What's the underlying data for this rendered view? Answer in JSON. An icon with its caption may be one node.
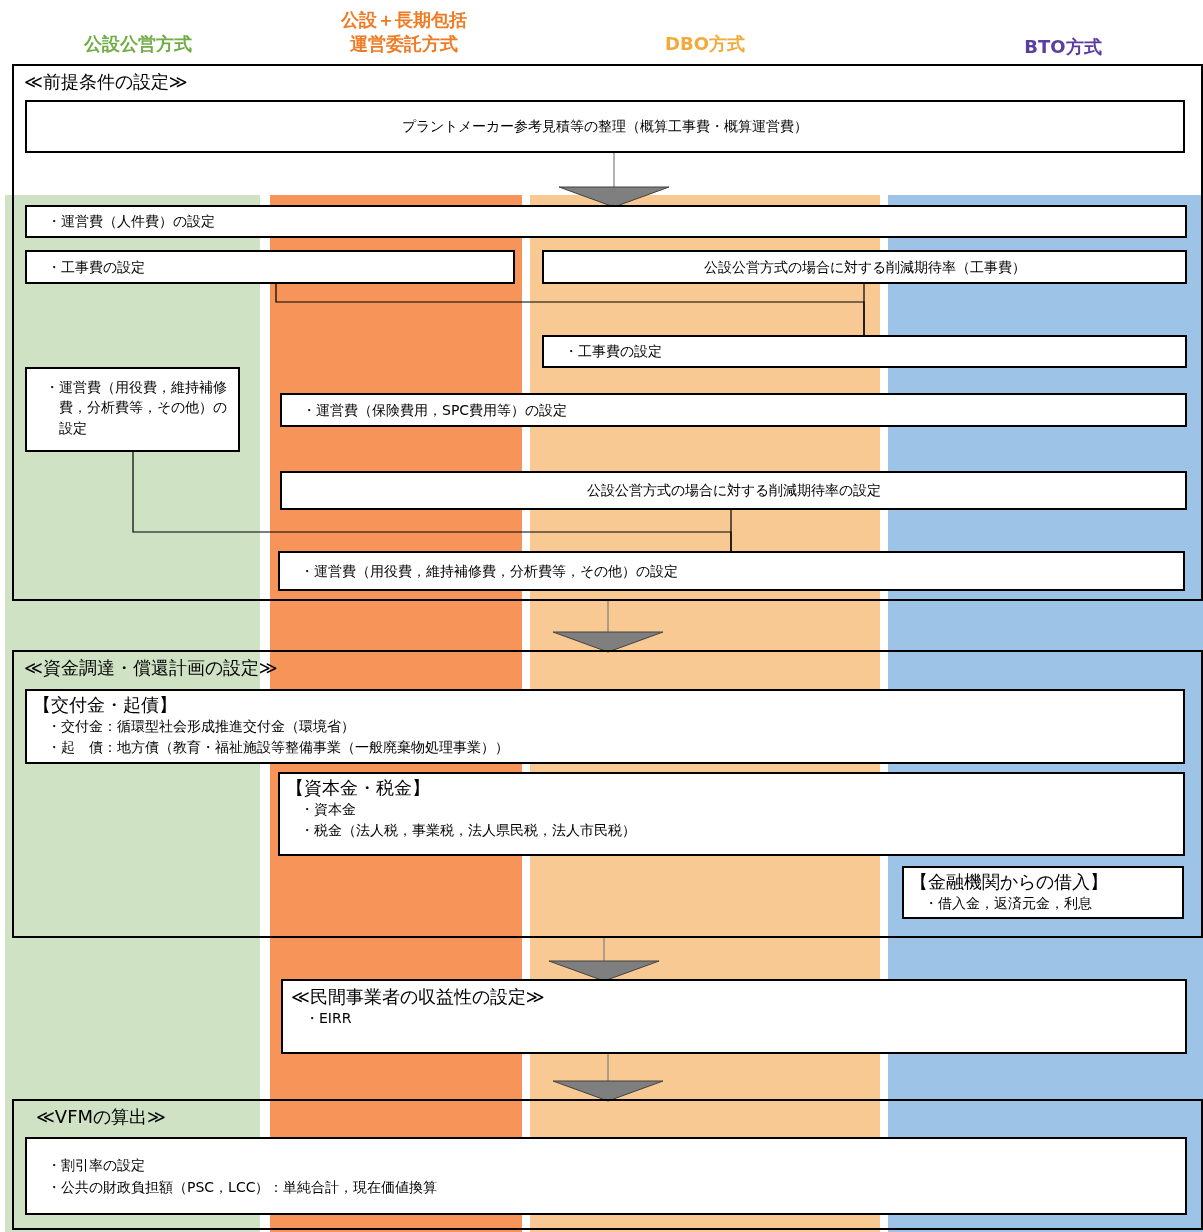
{
  "diagram": {
    "nodes": [
      {
        "text": [
          "≪前提条件の設定≫"
        ]
      },
      {
        "text": [
          "プラントメーカー参考見積等の整理（概算工事費・概算運営費）"
        ],
        "in": 0
      },
      {
        "text": [
          "・運営費（人件費）の設定"
        ],
        "in": 0
      },
      {
        "text": [
          "・工事費の設定"
        ],
        "in": 0
      },
      {
        "text": [
          "公設公営方式の場合に対する削減期待率（工事費）"
        ],
        "in": 0
      },
      {
        "text": [
          "・工事費の設定"
        ],
        "in": 0
      },
      {
        "text": [
          "・運営費（用役費，維持補修費，分析費等，その他）の設定"
        ],
        "in": 0
      },
      {
        "text": [
          "・運営費（保険費用，SPC費用等）の設定"
        ],
        "in": 0
      },
      {
        "text": [
          "公設公営方式の場合に対する削減期待率の設定"
        ],
        "in": 0
      },
      {
        "text": [
          "・運営費（用役費，維持補修費，分析費等，その他）の設定"
        ],
        "in": 0
      },
      {
        "text": [
          "≪資金調達・償還計画の設定≫"
        ]
      },
      {
        "text": [
          "【交付金・起債】",
          "・交付金：循環型社会形成推進交付金（環境省）",
          "・起　債：地方債（教育・福祉施設等整備事業（一般廃棄物処理事業））"
        ],
        "in": 10
      },
      {
        "text": [
          "【資本金・税金】",
          "・資本金",
          "・税金（法人税，事業税，法人県民税，法人市民税）"
        ],
        "in": 10
      },
      {
        "text": [
          "【金融機関からの借入】",
          "・借入金，返済元金，利息"
        ],
        "in": 10
      },
      {
        "text": [
          "≪民間事業者の収益性の設定≫",
          "・EIRR"
        ]
      },
      {
        "text": [
          "≪VFMの算出≫"
        ]
      },
      {
        "text": [
          "・割引率の設定",
          "・公共の財政負担額（PSC，LCC）：単純合計，現在価値換算"
        ],
        "in": 15
      }
    ],
    "edges": [
      {
        "from": 1,
        "to": 2,
        "arrow": "to"
      },
      {
        "from": 3,
        "to": 5,
        "arrow": "none",
        "color": "#000000"
      },
      {
        "from": 4,
        "to": 5,
        "arrow": "none",
        "color": "#000000"
      },
      {
        "from": 6,
        "to": 9,
        "arrow": "none",
        "color": "#000000"
      },
      {
        "from": 8,
        "to": 9,
        "arrow": "none",
        "color": "#000000"
      },
      {
        "from": 0,
        "to": 10,
        "arrow": "to"
      },
      {
        "from": 10,
        "to": 14,
        "arrow": "to"
      },
      {
        "from": 14,
        "to": 15,
        "arrow": "to"
      }
    ],
    "labels": [
      "公設公営方式",
      "公設＋長期包括運営委託方式",
      "DBO方式",
      "BTO方式"
    ]
  }
}
